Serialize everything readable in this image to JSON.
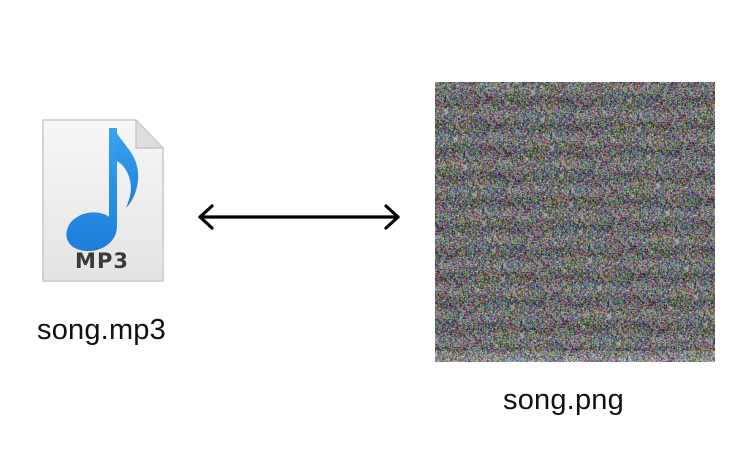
{
  "mp3_file": {
    "icon_label": "MP3",
    "icon": "music-note-icon",
    "caption": "song.mp3",
    "note_color": "#2b95e9",
    "page_color": "#f2f2f2"
  },
  "conversion_arrow": {
    "icon": "double-headed-arrow-icon",
    "color": "#000000"
  },
  "png_file": {
    "caption": "song.png",
    "image": "random-color-noise"
  }
}
